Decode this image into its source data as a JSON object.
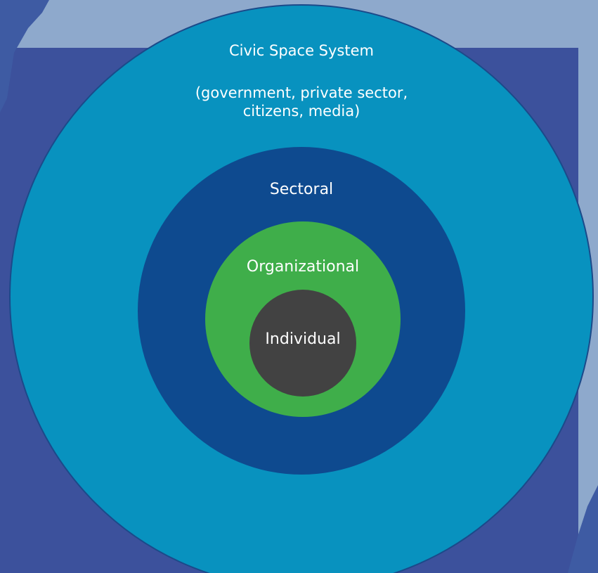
{
  "diagram": {
    "type": "nested-circles",
    "colors": {
      "page_background": "#8ea9cc",
      "panel_background": "#3c519c",
      "decor_shape": "#3e5ba3",
      "civic_space_ring": "#0892bf",
      "sectoral_ring": "#0e4a8f",
      "organizational_ring": "#3fae4a",
      "individual_core": "#424242",
      "text": "#ffffff"
    },
    "levels": [
      {
        "id": "civic-space-system",
        "title": "Civic Space System",
        "subtitle": "(government, private sector,\ncitizens, media)"
      },
      {
        "id": "sectoral",
        "title": "Sectoral"
      },
      {
        "id": "organizational",
        "title": "Organizational"
      },
      {
        "id": "individual",
        "title": "Individual"
      }
    ]
  }
}
